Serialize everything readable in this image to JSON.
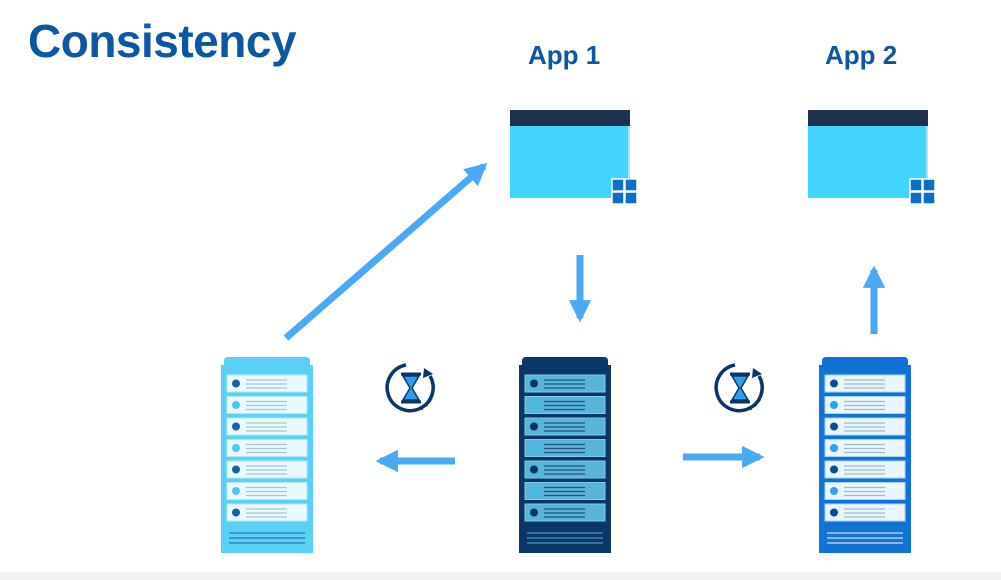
{
  "title": "Consistency",
  "apps": [
    {
      "label": "App 1"
    },
    {
      "label": "App 2"
    }
  ],
  "colors": {
    "title": "#0b57a4",
    "arrow": "#4aa8f5",
    "window_body": "#43d4fb",
    "window_titlebar": "#203150",
    "windows_logo": "#0d6ec7",
    "server_left": "#5ad0f5",
    "server_middle": "#0a3668",
    "server_right": "#1271d4",
    "timer_ring": "#0b3566",
    "hourglass_sand": "#2d9fee"
  },
  "icons": [
    "window-icon",
    "windows-logo-icon",
    "server-icon",
    "hourglass-timer-icon",
    "arrow-icon"
  ]
}
